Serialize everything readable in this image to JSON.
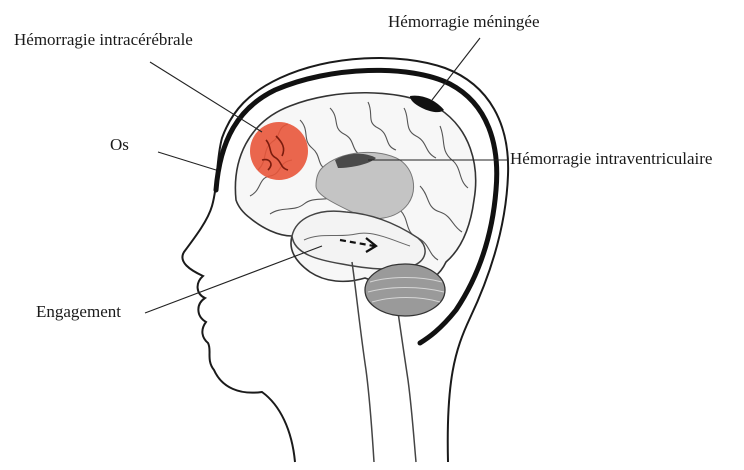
{
  "labels": {
    "intracerebral": "Hémorragie intracérébrale",
    "meningeal": "Hémorragie méningée",
    "bone": "Os",
    "intraventricular": "Hémorragie intraventriculaire",
    "engagement": "Engagement"
  },
  "colors": {
    "line": "#1a1a1a",
    "hemorrhage": "#e8553a",
    "ventricle_shade": "#bdbdbd",
    "background": "#ffffff"
  }
}
